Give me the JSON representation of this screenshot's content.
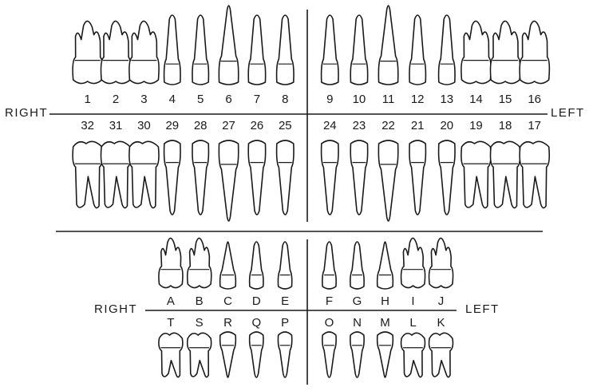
{
  "permanent": {
    "side_right": "RIGHT",
    "side_left": "LEFT",
    "upper": [
      {
        "label": "1",
        "kind": "molar"
      },
      {
        "label": "2",
        "kind": "molar"
      },
      {
        "label": "3",
        "kind": "molar"
      },
      {
        "label": "4",
        "kind": "premolar"
      },
      {
        "label": "5",
        "kind": "premolar"
      },
      {
        "label": "6",
        "kind": "canine"
      },
      {
        "label": "7",
        "kind": "incisor"
      },
      {
        "label": "8",
        "kind": "incisor"
      },
      {
        "label": "9",
        "kind": "incisor"
      },
      {
        "label": "10",
        "kind": "incisor"
      },
      {
        "label": "11",
        "kind": "canine"
      },
      {
        "label": "12",
        "kind": "premolar"
      },
      {
        "label": "13",
        "kind": "premolar"
      },
      {
        "label": "14",
        "kind": "molar"
      },
      {
        "label": "15",
        "kind": "molar"
      },
      {
        "label": "16",
        "kind": "molar"
      }
    ],
    "lower": [
      {
        "label": "32",
        "kind": "molar"
      },
      {
        "label": "31",
        "kind": "molar"
      },
      {
        "label": "30",
        "kind": "molar"
      },
      {
        "label": "29",
        "kind": "premolar"
      },
      {
        "label": "28",
        "kind": "premolar"
      },
      {
        "label": "27",
        "kind": "canine"
      },
      {
        "label": "26",
        "kind": "incisor"
      },
      {
        "label": "25",
        "kind": "incisor"
      },
      {
        "label": "24",
        "kind": "incisor"
      },
      {
        "label": "23",
        "kind": "incisor"
      },
      {
        "label": "22",
        "kind": "canine"
      },
      {
        "label": "21",
        "kind": "premolar"
      },
      {
        "label": "20",
        "kind": "premolar"
      },
      {
        "label": "19",
        "kind": "molar"
      },
      {
        "label": "18",
        "kind": "molar"
      },
      {
        "label": "17",
        "kind": "molar"
      }
    ]
  },
  "primary": {
    "side_right": "RIGHT",
    "side_left": "LEFT",
    "upper": [
      {
        "label": "A",
        "kind": "molar"
      },
      {
        "label": "B",
        "kind": "molar"
      },
      {
        "label": "C",
        "kind": "canine"
      },
      {
        "label": "D",
        "kind": "incisor"
      },
      {
        "label": "E",
        "kind": "incisor"
      },
      {
        "label": "F",
        "kind": "incisor"
      },
      {
        "label": "G",
        "kind": "incisor"
      },
      {
        "label": "H",
        "kind": "canine"
      },
      {
        "label": "I",
        "kind": "molar"
      },
      {
        "label": "J",
        "kind": "molar"
      }
    ],
    "lower": [
      {
        "label": "T",
        "kind": "molar"
      },
      {
        "label": "S",
        "kind": "molar"
      },
      {
        "label": "R",
        "kind": "canine"
      },
      {
        "label": "Q",
        "kind": "incisor"
      },
      {
        "label": "P",
        "kind": "incisor"
      },
      {
        "label": "O",
        "kind": "incisor"
      },
      {
        "label": "N",
        "kind": "incisor"
      },
      {
        "label": "M",
        "kind": "canine"
      },
      {
        "label": "L",
        "kind": "molar"
      },
      {
        "label": "K",
        "kind": "molar"
      }
    ]
  }
}
